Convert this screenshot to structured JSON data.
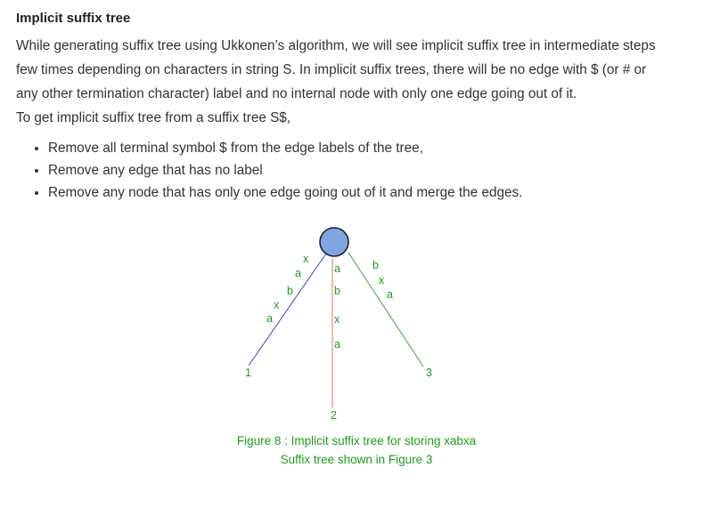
{
  "title": "Implicit suffix tree",
  "paragraph_lines": [
    "While generating suffix tree using Ukkonen’s algorithm, we will see implicit suffix tree in intermediate steps",
    "few times depending on characters in string S. In implicit suffix trees, there will be no edge with $ (or # or",
    "any other termination character) label and no internal node with only one edge going out of it.",
    "To get implicit suffix tree from a suffix tree S$,"
  ],
  "bullets": [
    "Remove all terminal symbol $ from the edge labels of the tree,",
    "Remove any edge that has no label",
    "Remove any node that has only one edge going out of it and merge the edges."
  ],
  "figure": {
    "colors": {
      "node_fill": "#7fa6e3",
      "node_stroke": "#222222",
      "edge_left": "#3f3fc9",
      "edge_middle": "#e07070",
      "edge_right": "#3aa83a",
      "label_text": "#1a9e1a"
    },
    "edges": [
      {
        "leaf": "1",
        "labels": [
          "x",
          "a",
          "b",
          "x",
          "a"
        ]
      },
      {
        "leaf": "2",
        "labels": [
          "a",
          "b",
          "x",
          "a"
        ]
      },
      {
        "leaf": "3",
        "labels": [
          "b",
          "x",
          "a"
        ]
      }
    ],
    "caption_line1": "Figure 8 : Implicit suffix tree for storing xabxa",
    "caption_line2": "Suffix tree shown in Figure 3"
  }
}
